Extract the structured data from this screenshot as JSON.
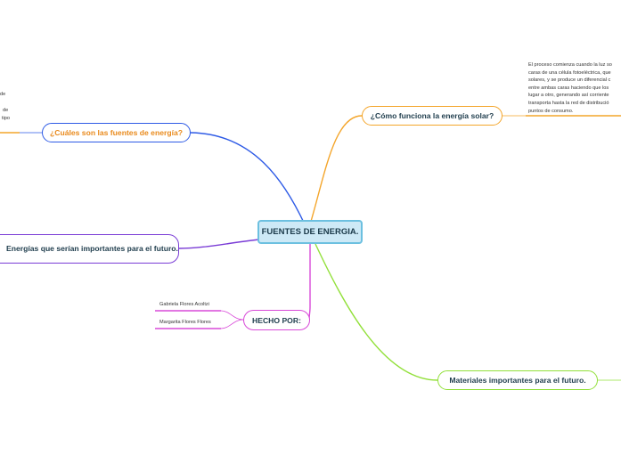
{
  "colors": {
    "blue": "#2d5ae6",
    "orange": "#f4a52a",
    "purple": "#7a3cd6",
    "magenta": "#d84ad8",
    "green": "#92e03a",
    "central_fill": "#cde9f6",
    "central_border": "#6cc0e0",
    "orange_text": "#e98a1c",
    "node_text": "#1f3d4d"
  },
  "central": {
    "label": "FUENTES DE ENERGIA."
  },
  "branches": {
    "fuentes": {
      "label": "¿Cuáles son las fuentes de energía?",
      "leaf_fragments": [
        "de",
        "de",
        "tipo"
      ]
    },
    "solar": {
      "label": "¿Cómo funciona la energía solar?",
      "text_lines": [
        "El proceso comienza cuando la luz so",
        "caras de una célula fotoeléctrica, que",
        "solares, y se produce un diferencial c",
        "entre ambas caras haciendo que los",
        "lugar a otro, generando así corriente",
        "transporta hasta la red de distribució",
        "puntos de consumo."
      ]
    },
    "energias": {
      "label": "Energías que serían importantes para el futuro."
    },
    "hecho": {
      "label": "HECHO POR:",
      "leaves": [
        "Gabriela  Flores Acoltzi",
        "Margarita Flores Flores"
      ]
    },
    "materiales": {
      "label": "Materiales importantes para el futuro."
    }
  }
}
